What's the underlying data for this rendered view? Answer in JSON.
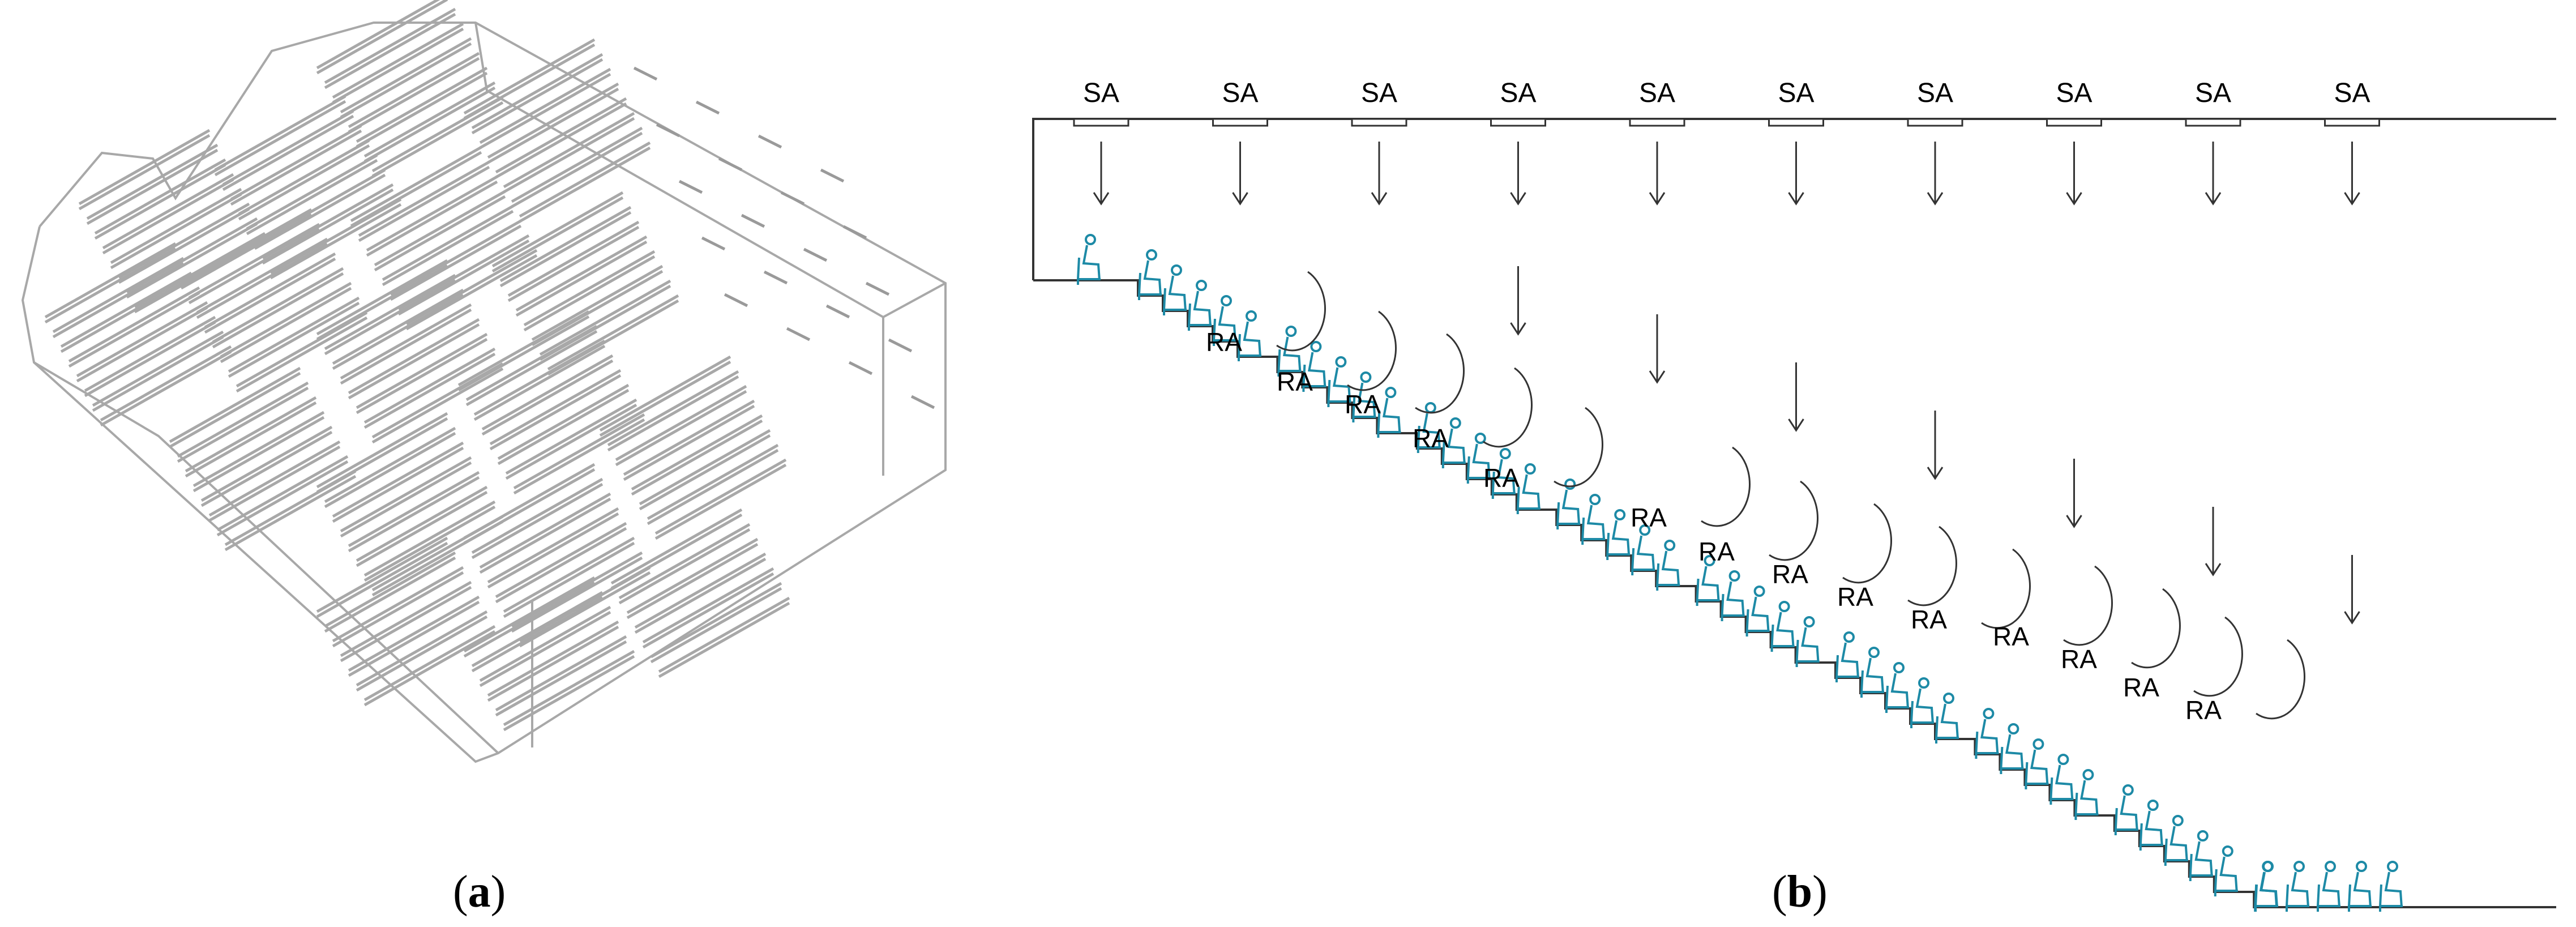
{
  "panels": {
    "a": {
      "caption_open": "(",
      "caption_letter": "a",
      "caption_close": ")"
    },
    "b": {
      "caption_open": "(",
      "caption_letter": "b",
      "caption_close": ")",
      "supply_label": "SA",
      "return_label": "RA",
      "supply_count": 10,
      "return_count": 14
    }
  },
  "colors": {
    "wireframe": "#a8a8a8",
    "line": "#000000",
    "occupant": "#1d8aa6"
  }
}
